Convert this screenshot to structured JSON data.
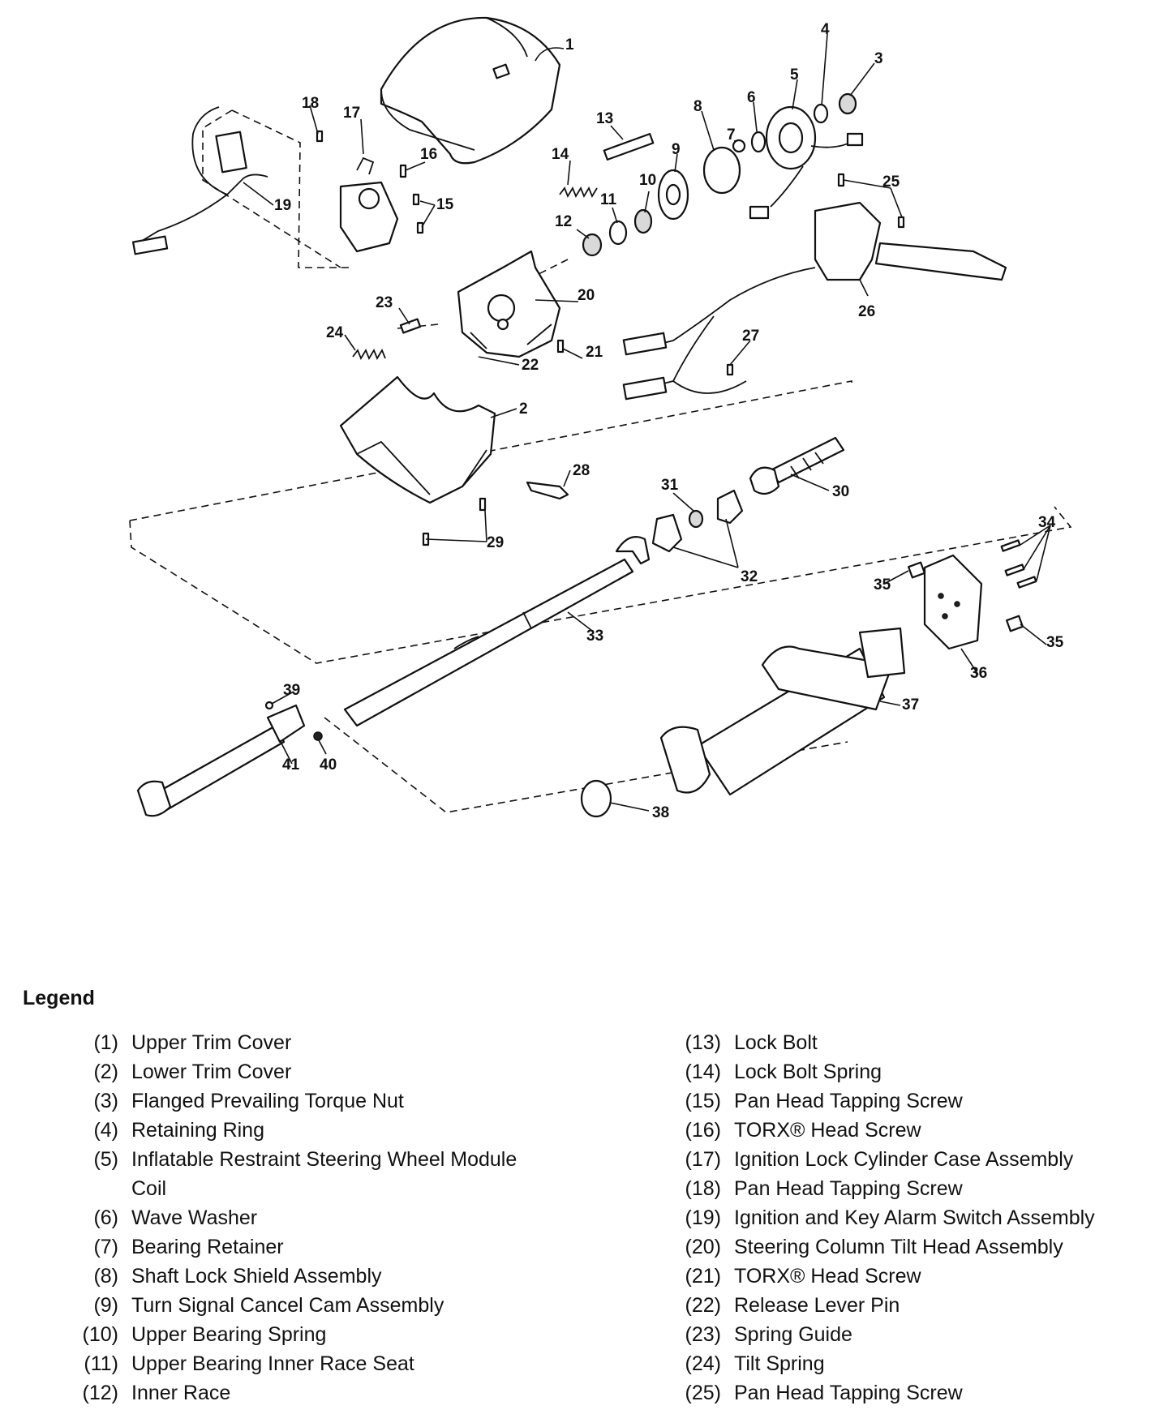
{
  "callouts": [
    "1",
    "2",
    "3",
    "4",
    "5",
    "6",
    "7",
    "8",
    "9",
    "10",
    "11",
    "12",
    "13",
    "14",
    "15",
    "16",
    "17",
    "18",
    "19",
    "20",
    "21",
    "22",
    "23",
    "24",
    "25",
    "26",
    "27",
    "28",
    "29",
    "30",
    "31",
    "32",
    "33",
    "34",
    "35",
    "35",
    "36",
    "37",
    "38",
    "39",
    "40",
    "41"
  ],
  "legend": {
    "title": "Legend",
    "left": [
      {
        "num": "(1)",
        "desc": "Upper Trim Cover"
      },
      {
        "num": "(2)",
        "desc": "Lower Trim Cover"
      },
      {
        "num": "(3)",
        "desc": "Flanged Prevailing Torque Nut"
      },
      {
        "num": "(4)",
        "desc": "Retaining Ring"
      },
      {
        "num": "(5)",
        "desc": "Inflatable Restraint Steering Wheel Module Coil"
      },
      {
        "num": "(6)",
        "desc": "Wave Washer"
      },
      {
        "num": "(7)",
        "desc": "Bearing Retainer"
      },
      {
        "num": "(8)",
        "desc": "Shaft Lock Shield Assembly"
      },
      {
        "num": "(9)",
        "desc": "Turn Signal Cancel Cam Assembly"
      },
      {
        "num": "(10)",
        "desc": "Upper Bearing Spring"
      },
      {
        "num": "(11)",
        "desc": "Upper Bearing Inner Race Seat"
      },
      {
        "num": "(12)",
        "desc": "Inner Race"
      }
    ],
    "right": [
      {
        "num": "(13)",
        "desc": "Lock Bolt"
      },
      {
        "num": "(14)",
        "desc": "Lock Bolt Spring"
      },
      {
        "num": "(15)",
        "desc": "Pan Head Tapping Screw"
      },
      {
        "num": "(16)",
        "desc": "TORX® Head Screw"
      },
      {
        "num": "(17)",
        "desc": "Ignition Lock Cylinder Case Assembly"
      },
      {
        "num": "(18)",
        "desc": "Pan Head Tapping Screw"
      },
      {
        "num": "(19)",
        "desc": "Ignition and Key Alarm Switch Assembly"
      },
      {
        "num": "(20)",
        "desc": "Steering Column Tilt Head Assembly"
      },
      {
        "num": "(21)",
        "desc": "TORX® Head Screw"
      },
      {
        "num": "(22)",
        "desc": "Release Lever Pin"
      },
      {
        "num": "(23)",
        "desc": "Spring Guide"
      },
      {
        "num": "(24)",
        "desc": "Tilt Spring"
      },
      {
        "num": "(25)",
        "desc": "Pan Head Tapping Screw"
      }
    ]
  }
}
